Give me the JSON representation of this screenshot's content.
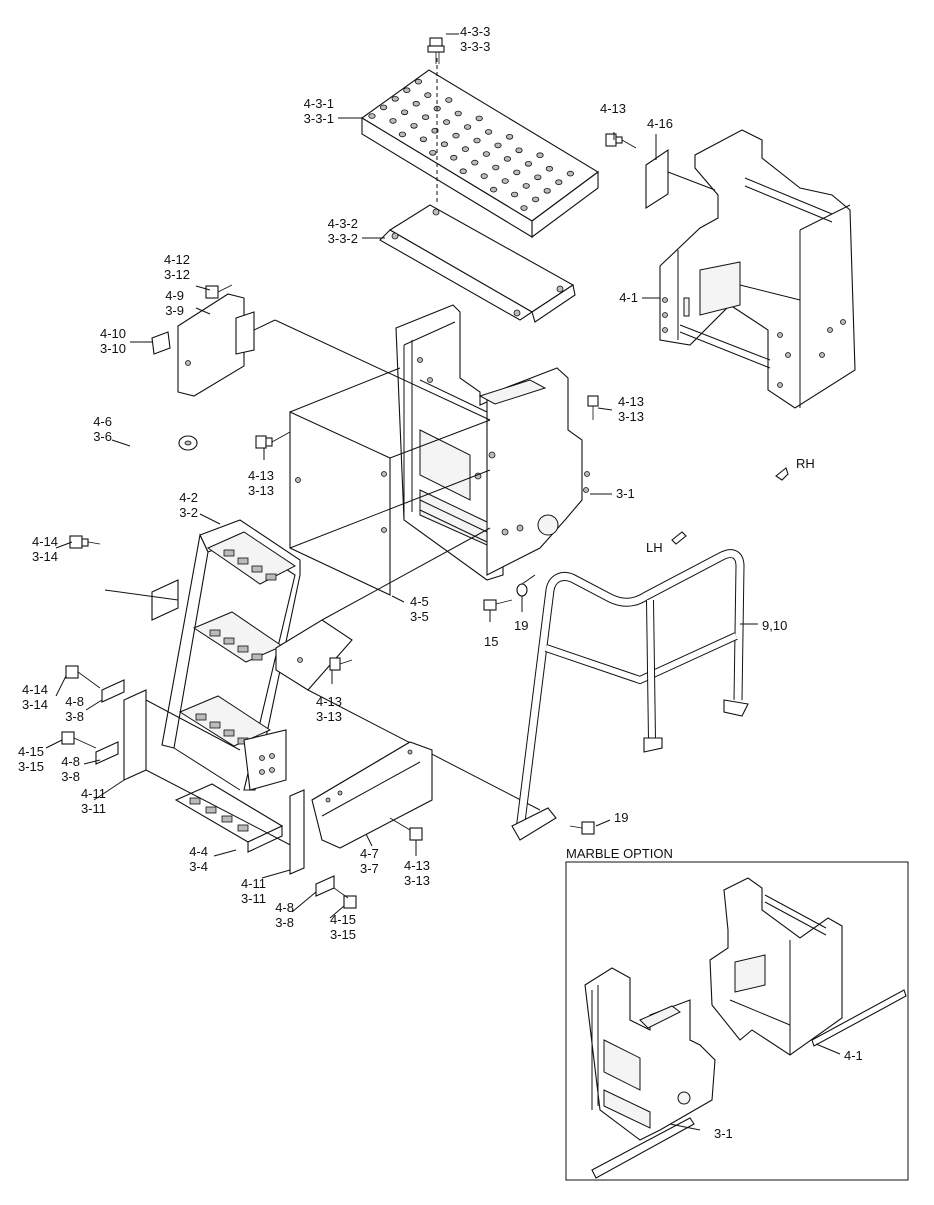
{
  "callouts": {
    "c_4_3_3": [
      "4-3-3",
      "3-3-3"
    ],
    "c_4_3_1": [
      "4-3-1",
      "3-3-1"
    ],
    "c_4_13_top": [
      "4-13"
    ],
    "c_4_16": [
      "4-16"
    ],
    "c_4_3_2": [
      "4-3-2",
      "3-3-2"
    ],
    "c_4_12": [
      "4-12",
      "3-12"
    ],
    "c_4_9": [
      "4-9",
      "3-9"
    ],
    "c_4_10": [
      "4-10",
      "3-10"
    ],
    "c_4_1": [
      "4-1"
    ],
    "c_4_13_mid": [
      "4-13",
      "3-13"
    ],
    "c_4_6": [
      "4-6",
      "3-6"
    ],
    "c_4_13_left": [
      "4-13",
      "3-13"
    ],
    "c_rh": [
      "RH"
    ],
    "c_3_1": [
      "3-1"
    ],
    "c_4_2": [
      "4-2",
      "3-2"
    ],
    "c_4_14_a": [
      "4-14",
      "3-14"
    ],
    "c_lh": [
      "LH"
    ],
    "c_4_5": [
      "4-5",
      "3-5"
    ],
    "c_15": [
      "15"
    ],
    "c_19_a": [
      "19"
    ],
    "c_9_10": [
      "9,10"
    ],
    "c_4_14_b": [
      "4-14",
      "3-14"
    ],
    "c_4_8_a": [
      "4-8",
      "3-8"
    ],
    "c_4_13_low": [
      "4-13",
      "3-13"
    ],
    "c_4_15_a": [
      "4-15",
      "3-15"
    ],
    "c_4_8_b": [
      "4-8",
      "3-8"
    ],
    "c_4_11_a": [
      "4-11",
      "3-11"
    ],
    "c_19_b": [
      "19"
    ],
    "c_4_4": [
      "4-4",
      "3-4"
    ],
    "c_4_7": [
      "4-7",
      "3-7"
    ],
    "c_4_13_bot": [
      "4-13",
      "3-13"
    ],
    "c_4_11_b": [
      "4-11",
      "3-11"
    ],
    "c_4_8_c": [
      "4-8",
      "3-8"
    ],
    "c_4_15_b": [
      "4-15",
      "3-15"
    ],
    "c_marble_4_1": [
      "4-1"
    ],
    "c_marble_3_1": [
      "3-1"
    ]
  },
  "inset": {
    "title": "MARBLE OPTION"
  }
}
